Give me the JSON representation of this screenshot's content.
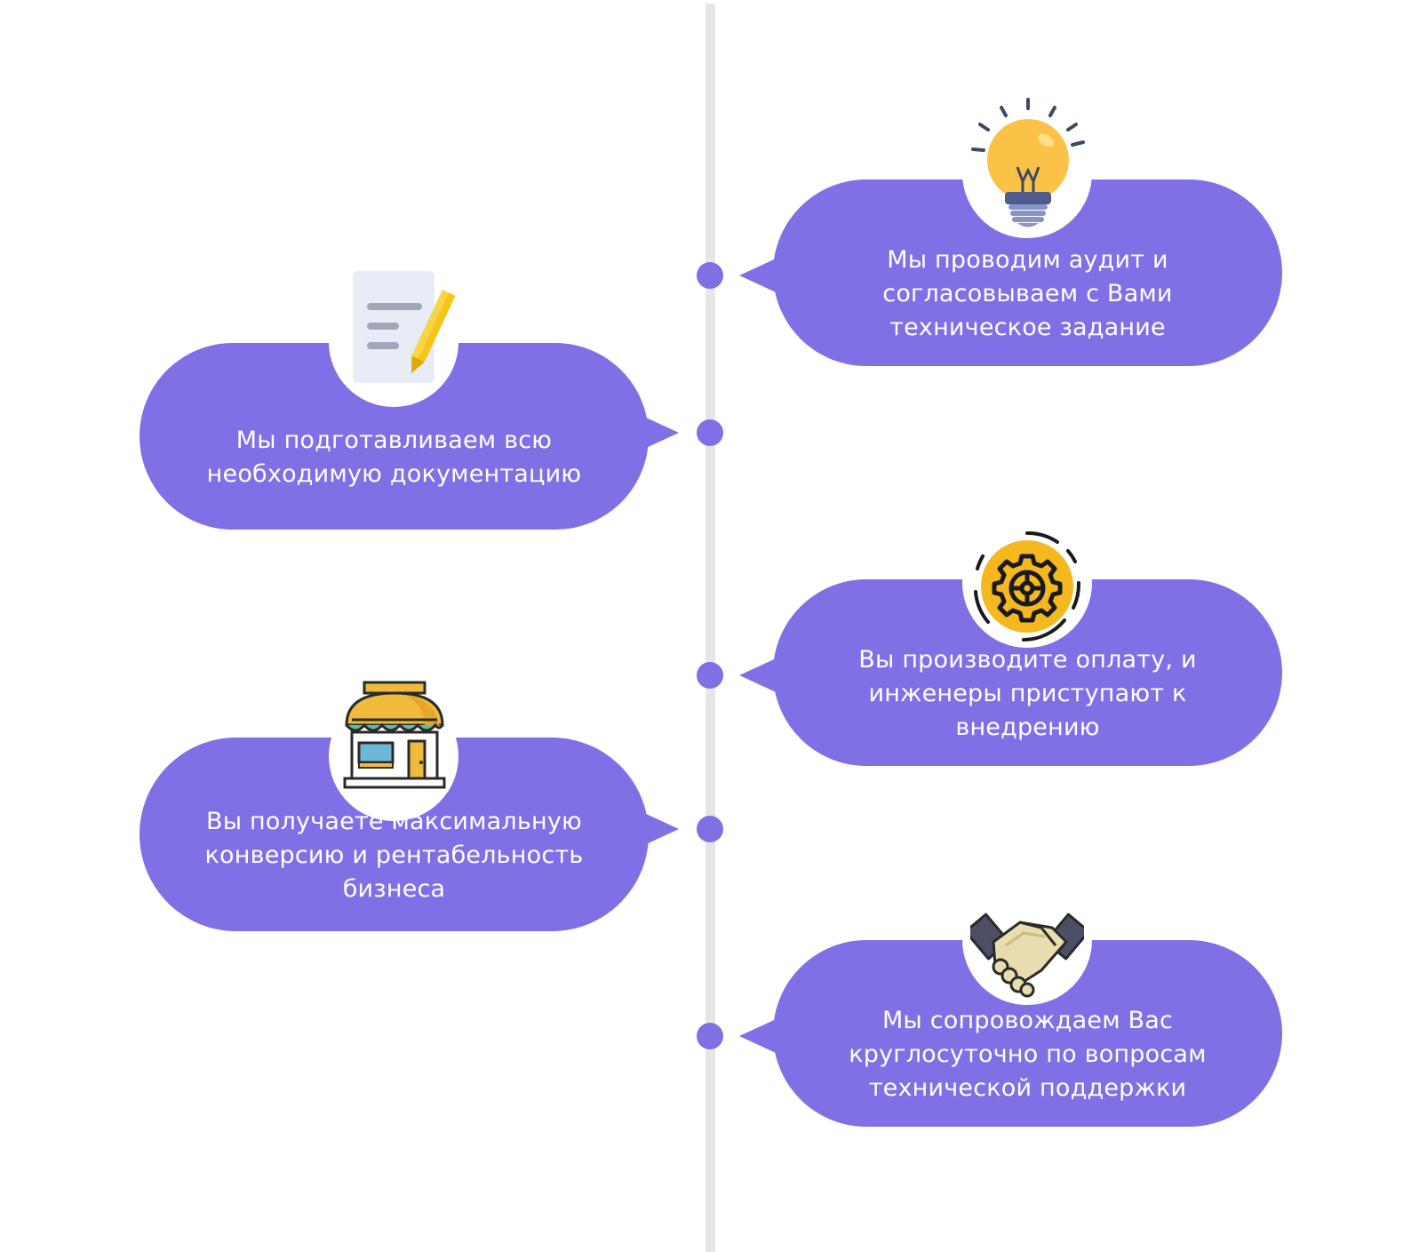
{
  "steps": [
    {
      "text": "Мы проводим аудит и согласовываем с Вами техническое задание",
      "icon": "lightbulb-icon",
      "side": "right"
    },
    {
      "text": "Мы подготавливаем всю необходимую документацию",
      "icon": "document-pencil-icon",
      "side": "left"
    },
    {
      "text": "Вы производите оплату, и инженеры приступают к внедрению",
      "icon": "gear-icon",
      "side": "right"
    },
    {
      "text": "Вы получаете максимальную конверсию и рентабельность бизнеса",
      "icon": "storefront-icon",
      "side": "left"
    },
    {
      "text": "Мы сопровождаем Вас круглосуточно по вопросам технической поддержки",
      "icon": "handshake-icon",
      "side": "right"
    }
  ],
  "colors": {
    "accent": "#7f70e6",
    "line": "#e6e6e6",
    "bulb": "#fcc247",
    "gear": "#f6b820",
    "pencil": "#f5c518",
    "paper": "#e8ecf6"
  }
}
